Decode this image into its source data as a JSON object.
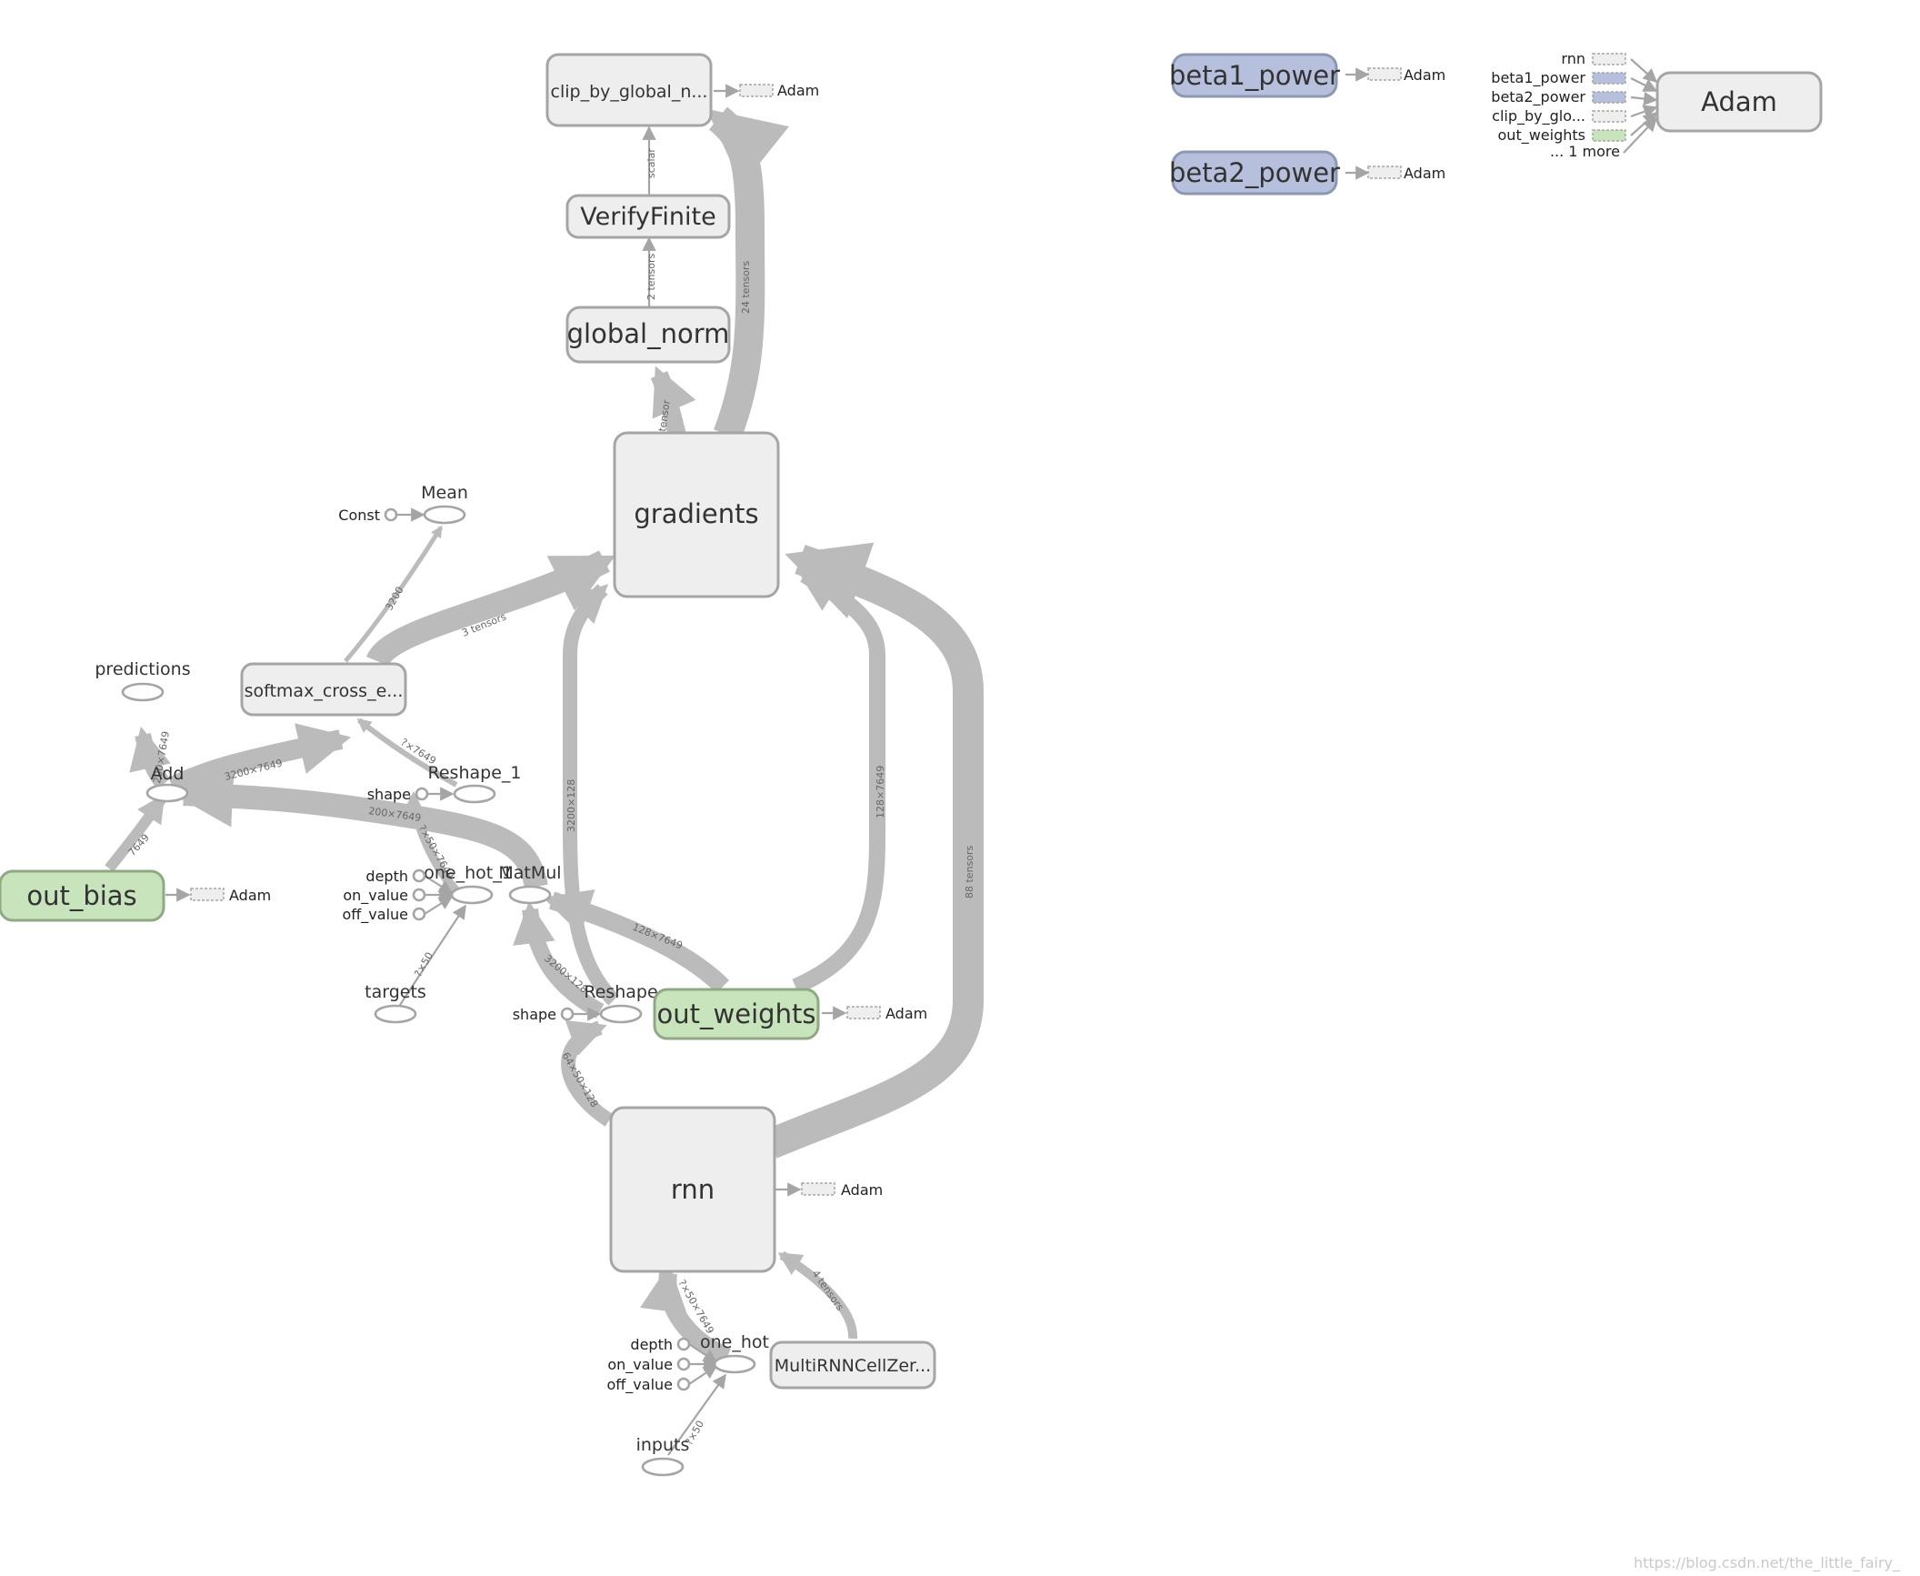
{
  "nodes": {
    "clip_by_global_norm": "clip_by_global_n...",
    "verify_finite": "VerifyFinite",
    "global_norm": "global_norm",
    "gradients": "gradients",
    "beta1_power": "beta1_power",
    "beta2_power": "beta2_power",
    "adam": "Adam",
    "mean": "Mean",
    "const": "Const",
    "softmax_cross_entropy": "softmax_cross_e...",
    "predictions": "predictions",
    "add": "Add",
    "reshape_1": "Reshape_1",
    "shape": "shape",
    "out_bias": "out_bias",
    "one_hot_1": "one_hot_1",
    "matmul": "MatMul",
    "depth": "depth",
    "on_value": "on_value",
    "off_value": "off_value",
    "targets": "targets",
    "reshape": "Reshape",
    "out_weights": "out_weights",
    "rnn": "rnn",
    "one_hot": "one_hot",
    "multi_rnn_cell_zero": "MultiRNNCellZer...",
    "inputs": "inputs"
  },
  "stub_label": "Adam",
  "adam_inputs": [
    "rnn",
    "beta1_power",
    "beta2_power",
    "clip_by_glo...",
    "out_weights",
    "... 1 more"
  ],
  "edge_labels": {
    "scalar": "scalar",
    "two_tensors": "2 tensors",
    "twentyfour_tensors": "24 tensors",
    "tensor": "tensor",
    "three_tensors": "3 tensors",
    "mean_in": "3200",
    "add_to_softmax": "3200×7649",
    "add_to_pred": "200×7649",
    "bias_to_add": "7649",
    "reshape1_to_softmax": "?×7649",
    "matmul_to_add": "200×7649",
    "onehot1_to_reshape1": "?×50×7649",
    "targets_to_onehot1": "?×50",
    "reshape_to_gradients": "3200×128",
    "reshape_to_matmul": "3200×128",
    "weights_to_matmul": "128×7649",
    "weights_to_gradients": "128×7649",
    "rnn_to_gradients": "88 tensors",
    "rnn_to_reshape": "64×50×128",
    "onehot_to_rnn": "?×50×7649",
    "multirnn_to_rnn": "4 tensors",
    "inputs_to_onehot": "?×50"
  },
  "watermark": "https://blog.csdn.net/the_little_fairy_"
}
